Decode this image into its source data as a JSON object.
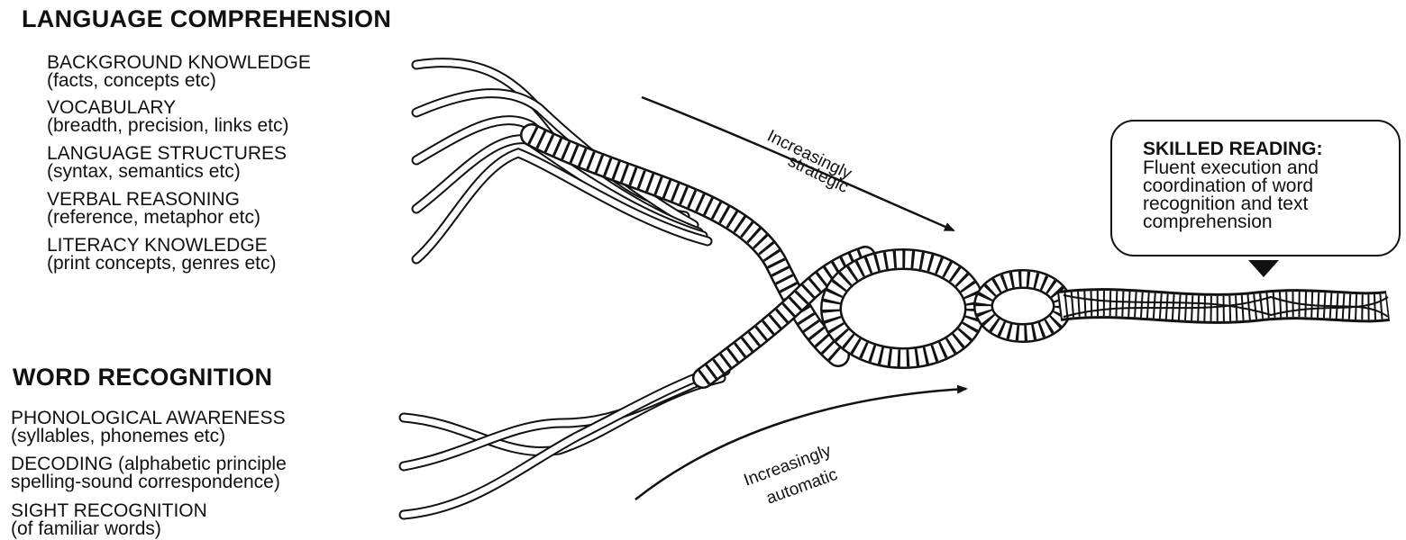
{
  "language_comprehension": {
    "title": "LANGUAGE COMPREHENSION",
    "strands": [
      {
        "label": "BACKGROUND KNOWLEDGE",
        "detail": "(facts, concepts etc)"
      },
      {
        "label": "VOCABULARY",
        "detail": "(breadth, precision, links etc)"
      },
      {
        "label": "LANGUAGE STRUCTURES",
        "detail": "(syntax, semantics etc)"
      },
      {
        "label": "VERBAL REASONING",
        "detail": "(reference, metaphor etc)"
      },
      {
        "label": "LITERACY KNOWLEDGE",
        "detail": "(print concepts, genres etc)"
      }
    ]
  },
  "word_recognition": {
    "title": "WORD RECOGNITION",
    "strands": [
      {
        "label": "PHONOLOGICAL AWARENESS",
        "detail": "(syllables, phonemes etc)"
      },
      {
        "label": "DECODING (alphabetic principle",
        "detail": "spelling-sound correspondence)"
      },
      {
        "label": "SIGHT RECOGNITION",
        "detail": "(of familiar words)"
      }
    ]
  },
  "arrows": {
    "upper_line1": "Increasingly",
    "upper_line2": "strategic",
    "lower_line1": "Increasingly",
    "lower_line2": "automatic"
  },
  "skilled_reading": {
    "title": "SKILLED READING:",
    "body": "Fluent execution and\ncoordination of word\nrecognition and text\ncomprehension"
  },
  "colors": {
    "ink": "#111111",
    "rope_fill": "#ffffff",
    "background": "#ffffff"
  }
}
